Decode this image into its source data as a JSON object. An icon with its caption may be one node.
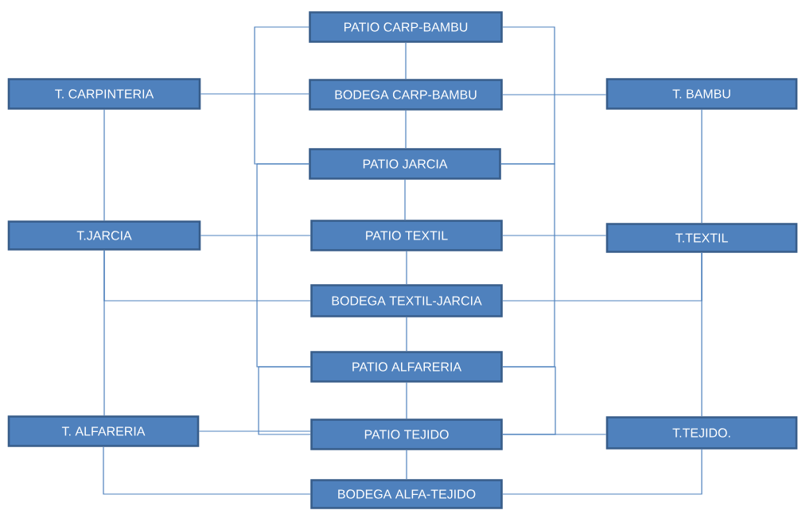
{
  "diagram": {
    "nodes": [
      {
        "text": [
          "PATIO CARP-BAMBU"
        ]
      },
      {
        "text": [
          "T. CARPINTERIA"
        ]
      },
      {
        "text": [
          "BODEGA CARP-BAMBU"
        ]
      },
      {
        "text": [
          "T. BAMBU"
        ]
      },
      {
        "text": [
          "PATIO JARCIA"
        ]
      },
      {
        "text": [
          "T.JARCIA"
        ]
      },
      {
        "text": [
          "PATIO TEXTIL"
        ]
      },
      {
        "text": [
          "T.TEXTIL"
        ]
      },
      {
        "text": [
          "BODEGA TEXTIL-JARCIA"
        ]
      },
      {
        "text": [
          "PATIO ALFARERIA"
        ]
      },
      {
        "text": [
          "T. ALFARERIA"
        ]
      },
      {
        "text": [
          "PATIO TEJIDO"
        ]
      },
      {
        "text": [
          "T.TEJIDO."
        ]
      },
      {
        "text": [
          "BODEGA ALFA-TEJIDO"
        ]
      }
    ],
    "edges": [
      {
        "from": 0,
        "to": 2,
        "arrow": "none"
      },
      {
        "from": 1,
        "to": 2,
        "arrow": "none"
      },
      {
        "from": 2,
        "to": 3,
        "arrow": "none"
      },
      {
        "from": 2,
        "to": 4,
        "arrow": "none"
      },
      {
        "from": 4,
        "to": 6,
        "arrow": "none"
      },
      {
        "from": 6,
        "to": 8,
        "arrow": "none"
      },
      {
        "from": 8,
        "to": 9,
        "arrow": "none"
      },
      {
        "from": 9,
        "to": 11,
        "arrow": "none"
      },
      {
        "from": 11,
        "to": 13,
        "arrow": "none"
      },
      {
        "from": 1,
        "to": 5,
        "arrow": "none"
      },
      {
        "from": 5,
        "to": 6,
        "arrow": "none"
      },
      {
        "from": 5,
        "to": 10,
        "arrow": "none"
      },
      {
        "from": 8,
        "to": 5,
        "arrow": "none"
      },
      {
        "from": 10,
        "to": 11,
        "arrow": "none"
      },
      {
        "from": 10,
        "to": 13,
        "arrow": "none"
      },
      {
        "from": 0,
        "to": 4,
        "arrow": "none"
      },
      {
        "from": 4,
        "to": 9,
        "arrow": "none"
      },
      {
        "from": 9,
        "to": 11,
        "arrow": "none"
      },
      {
        "from": 0,
        "to": 4,
        "arrow": "none"
      },
      {
        "from": 4,
        "to": 9,
        "arrow": "none"
      },
      {
        "from": 9,
        "to": 11,
        "arrow": "none"
      },
      {
        "from": 3,
        "to": 7,
        "arrow": "none"
      },
      {
        "from": 6,
        "to": 7,
        "arrow": "none"
      },
      {
        "from": 7,
        "to": 12,
        "arrow": "none"
      },
      {
        "from": 8,
        "to": 7,
        "arrow": "none"
      },
      {
        "from": 11,
        "to": 12,
        "arrow": "none"
      },
      {
        "from": 12,
        "to": 13,
        "arrow": "none"
      }
    ]
  }
}
